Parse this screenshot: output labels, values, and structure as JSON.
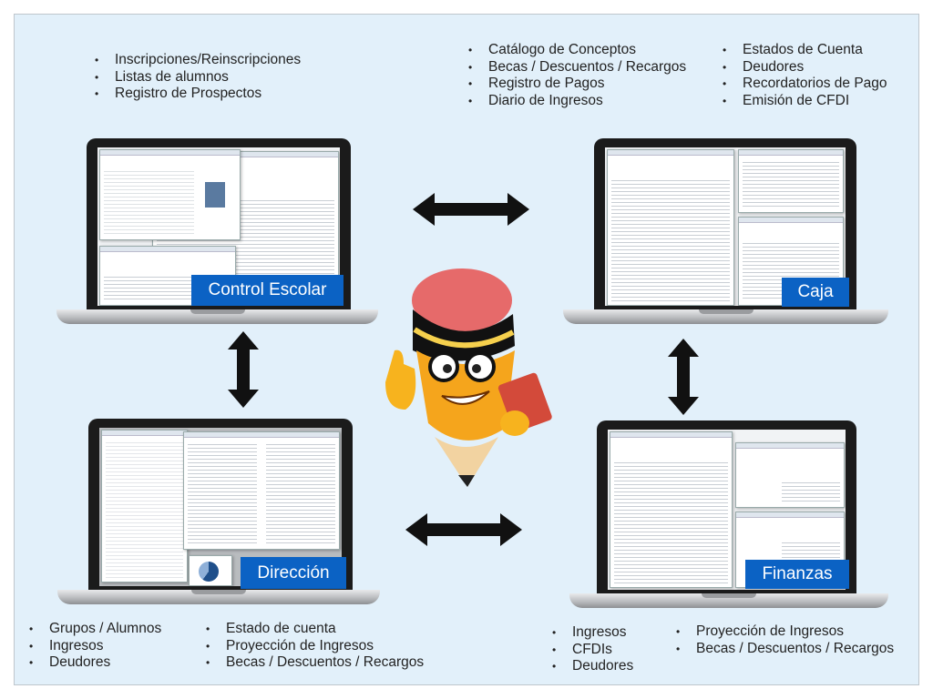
{
  "modules": {
    "control_escolar": {
      "label": "Control Escolar",
      "items": [
        "Inscripciones/Reinscripciones",
        "Listas de alumnos",
        "Registro de Prospectos"
      ]
    },
    "caja": {
      "label": "Caja",
      "items_left": [
        "Catálogo de Conceptos",
        "Becas / Descuentos / Recargos",
        "Registro de Pagos",
        "Diario de Ingresos"
      ],
      "items_right": [
        "Estados de Cuenta",
        "Deudores",
        "Recordatorios de Pago",
        "Emisión de CFDI"
      ]
    },
    "direccion": {
      "label": "Dirección",
      "items_left": [
        "Grupos / Alumnos",
        "Ingresos",
        "Deudores"
      ],
      "items_right": [
        "Estado de cuenta",
        "Proyección de Ingresos",
        "Becas / Descuentos / Recargos"
      ]
    },
    "finanzas": {
      "label": "Finanzas",
      "items_left": [
        "Ingresos",
        "CFDIs",
        "Deudores"
      ],
      "items_right": [
        "Proyección de Ingresos",
        "Becas / Descuentos / Recargos"
      ]
    }
  },
  "colors": {
    "background": "#e2f0fa",
    "label": "#0b62c4",
    "arrow": "#111111"
  }
}
